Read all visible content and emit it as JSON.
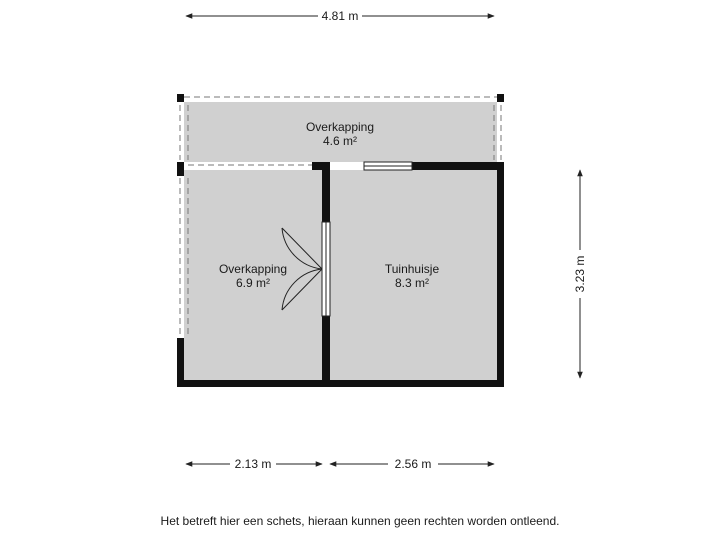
{
  "rooms": [
    {
      "name": "Overkapping",
      "area": "4.6 m²"
    },
    {
      "name": "Overkapping",
      "area": "6.9 m²"
    },
    {
      "name": "Tuinhuisje",
      "area": "8.3 m²"
    }
  ],
  "dimensions": {
    "top_width": "4.81 m",
    "right_height": "3.23 m",
    "bottom_left": "2.13 m",
    "bottom_right": "2.56 m"
  },
  "disclaimer": "Het betreft hier een schets, hieraan kunnen geen rechten worden ontleend.",
  "colors": {
    "floor": "#d0d0d0",
    "wall": "#111111",
    "line": "#222222"
  }
}
